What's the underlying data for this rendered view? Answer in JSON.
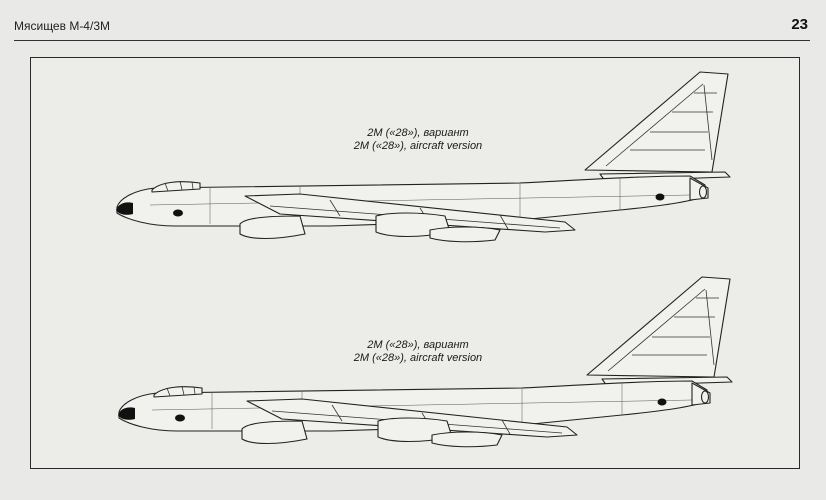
{
  "header": {
    "running_title": "Мясищев М-4/3М",
    "page_number": "23"
  },
  "figures": [
    {
      "caption_ru": "2М («28»), вариант",
      "caption_en": "2M («28»), aircraft version"
    },
    {
      "caption_ru": "2М («28»), вариант",
      "caption_en": "2M («28»), aircraft version"
    }
  ]
}
